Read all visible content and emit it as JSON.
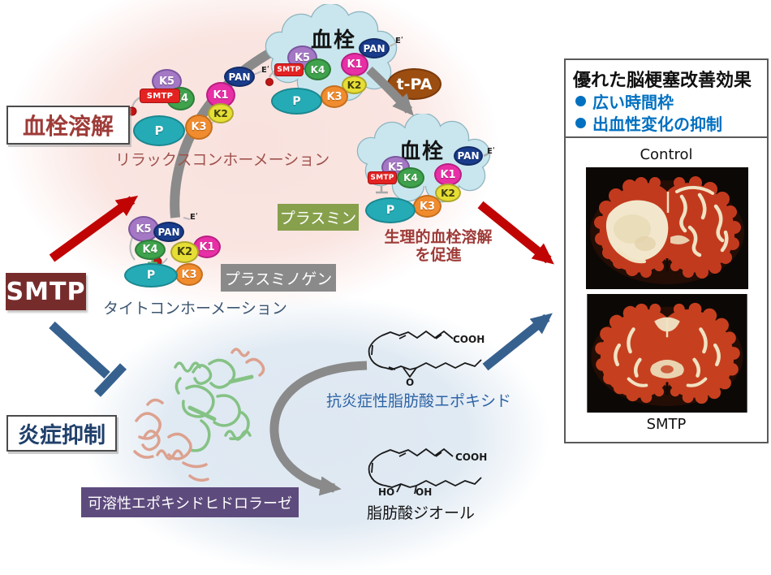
{
  "sections": {
    "thrombolysis": {
      "label": "血栓溶解"
    },
    "inflammation": {
      "label": "炎症抑制"
    }
  },
  "smtp": {
    "label": "SMTP"
  },
  "plasminogen_complex": {
    "k1": "K1",
    "k2": "K2",
    "k3": "K3",
    "k4": "K4",
    "k5": "K5",
    "p": "P",
    "pan": "PAN",
    "smtp_tag": "SMTP",
    "e_prime": "Eʹ"
  },
  "conformations": {
    "relaxed": "リラックスコンホーメーション",
    "tight": "タイトコンホーメーション"
  },
  "thrombus_label": "血栓",
  "tpa": {
    "label": "t-PA"
  },
  "plasmin_box": {
    "label": "プラスミン"
  },
  "plasminogen_box": {
    "label": "プラスミノゲン"
  },
  "physiological": {
    "line1": "生理的血栓溶解",
    "line2": "を促進"
  },
  "seh": {
    "label": "可溶性エポキシドヒドロラーゼ"
  },
  "chemistry": {
    "epoxide_name": "抗炎症性脂肪酸エポキシド",
    "diol_name": "脂肪酸ジオール",
    "cooh": "COOH",
    "o": "O",
    "ho": "HO",
    "oh": "OH"
  },
  "result_panel": {
    "title": "優れた脳梗塞改善効果",
    "bullets": [
      "広い時間枠",
      "出血性変化の抑制"
    ],
    "control_label": "Control",
    "smtp_label": "SMTP"
  },
  "colors": {
    "activation_red": "#C00404",
    "inhibition_blue": "#36618F",
    "smtp_maroon": "#772C2C",
    "plasmin_green": "#87A04C",
    "plasminogen_gray": "#8A8A8A",
    "seh_purple": "#5E4B7D",
    "bullet_blue": "#0070C0",
    "cloud_blue": "#C9E6EE",
    "infarct_cream": "#F2E7CC",
    "brain_red": "#C23A1E"
  }
}
